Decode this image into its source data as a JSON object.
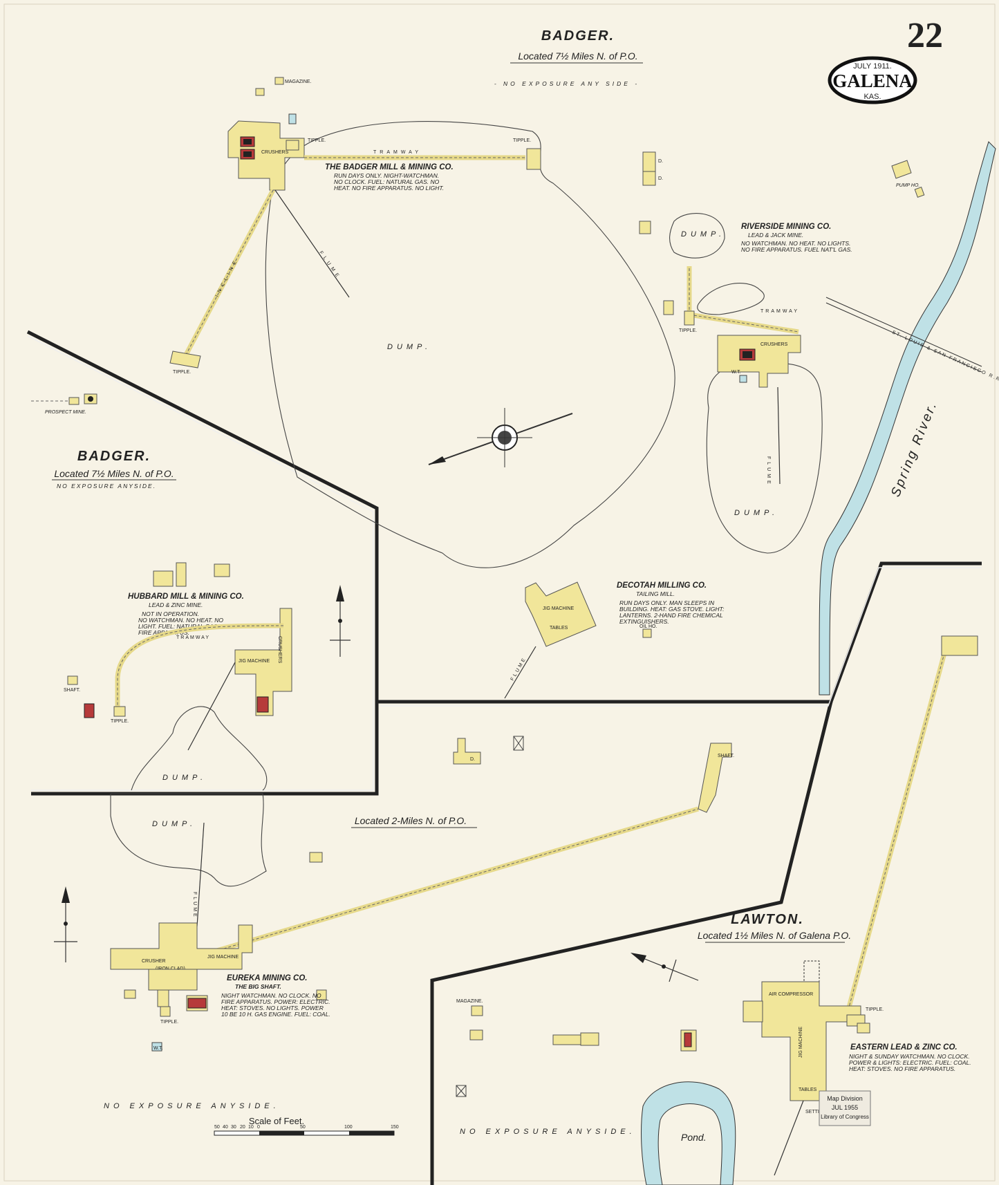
{
  "sheet": {
    "number": "22",
    "date": "JULY 1911.",
    "town": "GALENA",
    "state": "KAS."
  },
  "sections": {
    "badger_top": {
      "title": "BADGER.",
      "subtitle": "Located 7½ Miles N. of P.O.",
      "exposure": "- NO EXPOSURE ANY SIDE -"
    },
    "badger_left": {
      "title": "BADGER.",
      "subtitle": "Located 7½ Miles N. of P.O.",
      "exposure": "NO EXPOSURE ANYSIDE."
    },
    "middle": {
      "subtitle": "Located 2-Miles N. of P.O."
    },
    "lawton": {
      "title": "LAWTON.",
      "subtitle": "Located 1½ Miles N. of Galena P.O."
    },
    "bottom_exposure_left": "NO EXPOSURE ANYSIDE.",
    "bottom_exposure_right": "NO EXPOSURE ANYSIDE."
  },
  "companies": {
    "badger_mill": {
      "name": "THE BADGER MILL & MINING CO.",
      "lines": [
        "RUN DAYS ONLY. NIGHT-WATCHMAN.",
        "NO CLOCK. FUEL: NATURAL GAS. NO",
        "HEAT. NO FIRE APPARATUS. NO LIGHT."
      ]
    },
    "riverside": {
      "name": "RIVERSIDE MINING CO.",
      "type": "LEAD & JACK MINE.",
      "lines": [
        "NO WATCHMAN. NO HEAT. NO LIGHTS.",
        "NO FIRE APPARATUS. FUEL NAT'L GAS."
      ]
    },
    "decotah": {
      "name": "DECOTAH MILLING CO.",
      "type": "TAILING MILL.",
      "lines": [
        "RUN DAYS ONLY. MAN SLEEPS IN",
        "BUILDING. HEAT: GAS STOVE. LIGHT:",
        "LANTERNS. 2-HAND FIRE CHEMICAL",
        "EXTINGUISHERS."
      ]
    },
    "hubbard": {
      "name": "HUBBARD MILL & MINING CO.",
      "type": "LEAD & ZINC MINE.",
      "lines": [
        "NOT IN OPERATION.",
        "NO WATCHMAN. NO HEAT. NO",
        "LIGHT. FUEL: NATURAL GAS. NO",
        "FIRE APPARATUS."
      ]
    },
    "eureka": {
      "name": "EUREKA MINING CO.",
      "type": "THE BIG SHAFT.",
      "lines": [
        "NIGHT WATCHMAN. NO CLOCK. NO",
        "FIRE APPARATUS. POWER: ELECTRIC.",
        "HEAT: STOVES. NO LIGHTS. POWER",
        "10 BE 10 H. GAS ENGINE. FUEL: COAL."
      ]
    },
    "eastern": {
      "name": "EASTERN LEAD & ZINC CO.",
      "lines": [
        "NIGHT & SUNDAY WATCHMAN. NO CLOCK.",
        "POWER & LIGHTS: ELECTRIC. FUEL: COAL.",
        "HEAT: STOVES. NO FIRE APPARATUS."
      ]
    }
  },
  "labels": {
    "dump": "DUMP.",
    "tramway": "TRAMWAY",
    "flume": "FLUME",
    "incline": "INCLINE",
    "tipple": "TIPPLE.",
    "crushers": "CRUSHERS",
    "crusher": "CRUSHER",
    "iron_clad": "(IRON CLAD)",
    "tables": "TABLES",
    "jig_machine": "JIG MACHINE",
    "magazine": "MAGAZINE.",
    "prospect_mine": "PROSPECT MINE.",
    "pump_ho": "PUMP HO.",
    "shaft": "SHAFT.",
    "pond": "Pond.",
    "air_compressor": "AIR COMPRESSOR",
    "river": "Spring River.",
    "railway": "ST. LOUIS & SAN FRANCISCO R.R.",
    "d": "D.",
    "wt": "W.T.",
    "setting_tanks": "SETTING TANKS",
    "oil_ho": "OIL HO."
  },
  "scale": {
    "title": "Scale of Feet.",
    "ticks": [
      "50",
      "40",
      "30",
      "20",
      "10",
      "0",
      "50",
      "100",
      "150"
    ]
  },
  "stamp": {
    "lines": [
      "Map Division",
      "JUL 1955",
      "Library of Congress"
    ]
  }
}
